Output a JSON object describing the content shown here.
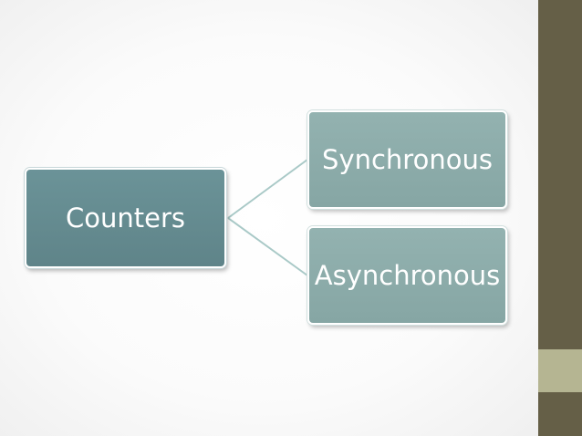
{
  "diagram": {
    "root": {
      "label": "Counters"
    },
    "children": [
      {
        "label": "Synchronous"
      },
      {
        "label": "Asynchronous"
      }
    ]
  },
  "colors": {
    "root_fill": "#628a8f",
    "child_fill": "#8eaead",
    "connector": "#a9c9c7",
    "sidebar_dark": "#655f47",
    "sidebar_light": "#b5b592"
  }
}
